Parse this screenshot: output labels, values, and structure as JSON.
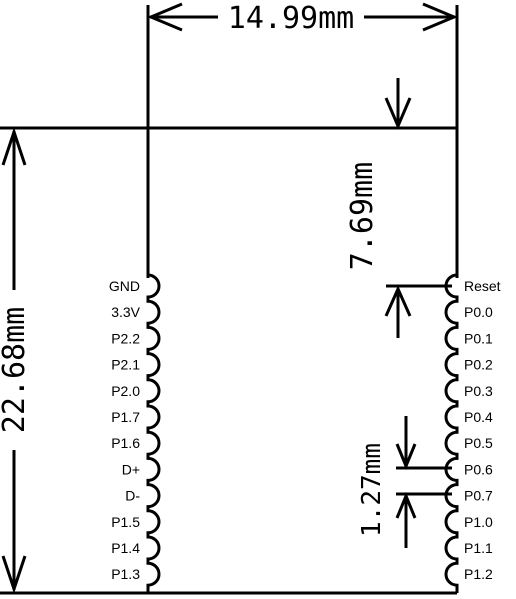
{
  "dimensions": {
    "width": "14.99mm",
    "height": "22.68mm",
    "top_offset": "7.69mm",
    "pin_pitch": "1.27mm"
  },
  "pins": {
    "left": [
      "GND",
      "3.3V",
      "P2.2",
      "P2.1",
      "P2.0",
      "P1.7",
      "P1.6",
      "D+",
      "D-",
      "P1.5",
      "P1.4",
      "P1.3"
    ],
    "right": [
      "Reset",
      "P0.0",
      "P0.1",
      "P0.2",
      "P0.3",
      "P0.4",
      "P0.5",
      "P0.6",
      "P0.7",
      "P1.0",
      "P1.1",
      "P1.2"
    ]
  }
}
